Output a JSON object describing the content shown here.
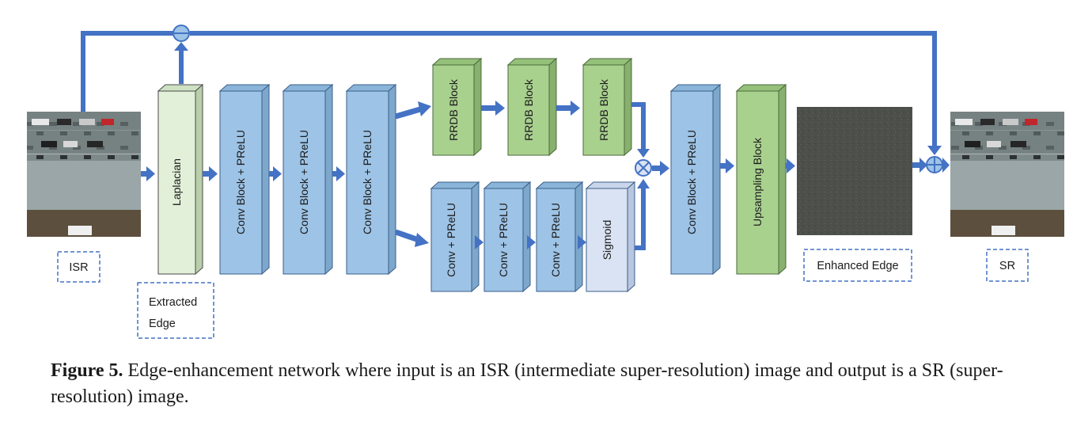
{
  "diagram": {
    "blocks": {
      "laplacian": "Laplacian",
      "conv1": "Conv Block + PReLU",
      "conv2": "Conv Block + PReLU",
      "conv3": "Conv Block + PReLU",
      "rrdb1": "RRDB Block",
      "rrdb2": "RRDB Block",
      "rrdb3": "RRDB Block",
      "cp1": "Conv + PReLU",
      "cp2": "Conv + PReLU",
      "cp3": "Conv + PReLU",
      "sigmoid": "Sigmoid",
      "conv4": "Conv Block + PReLU",
      "upsampling": "Upsampling Block"
    },
    "labels": {
      "isr": "ISR",
      "extracted_edge_line1": "Extracted",
      "extracted_edge_line2": "Edge",
      "enhanced_edge": "Enhanced Edge",
      "sr": "SR"
    },
    "colors": {
      "conv_block": "#9dc3e6",
      "rrdb_block": "#a9d18e",
      "laplacian_block": "#e2f0d9",
      "sigmoid_block": "#dae3f3",
      "arrow": "#4472c4",
      "label_border": "#4472c4"
    },
    "operators": {
      "subtract": "minus-circle-icon",
      "multiply": "times-circle-icon",
      "add": "plus-circle-icon"
    }
  },
  "caption": {
    "label": "Figure 5.",
    "text": " Edge-enhancement network where input is an ISR (intermediate super-resolution) image and output is a SR (super-resolution) image."
  }
}
